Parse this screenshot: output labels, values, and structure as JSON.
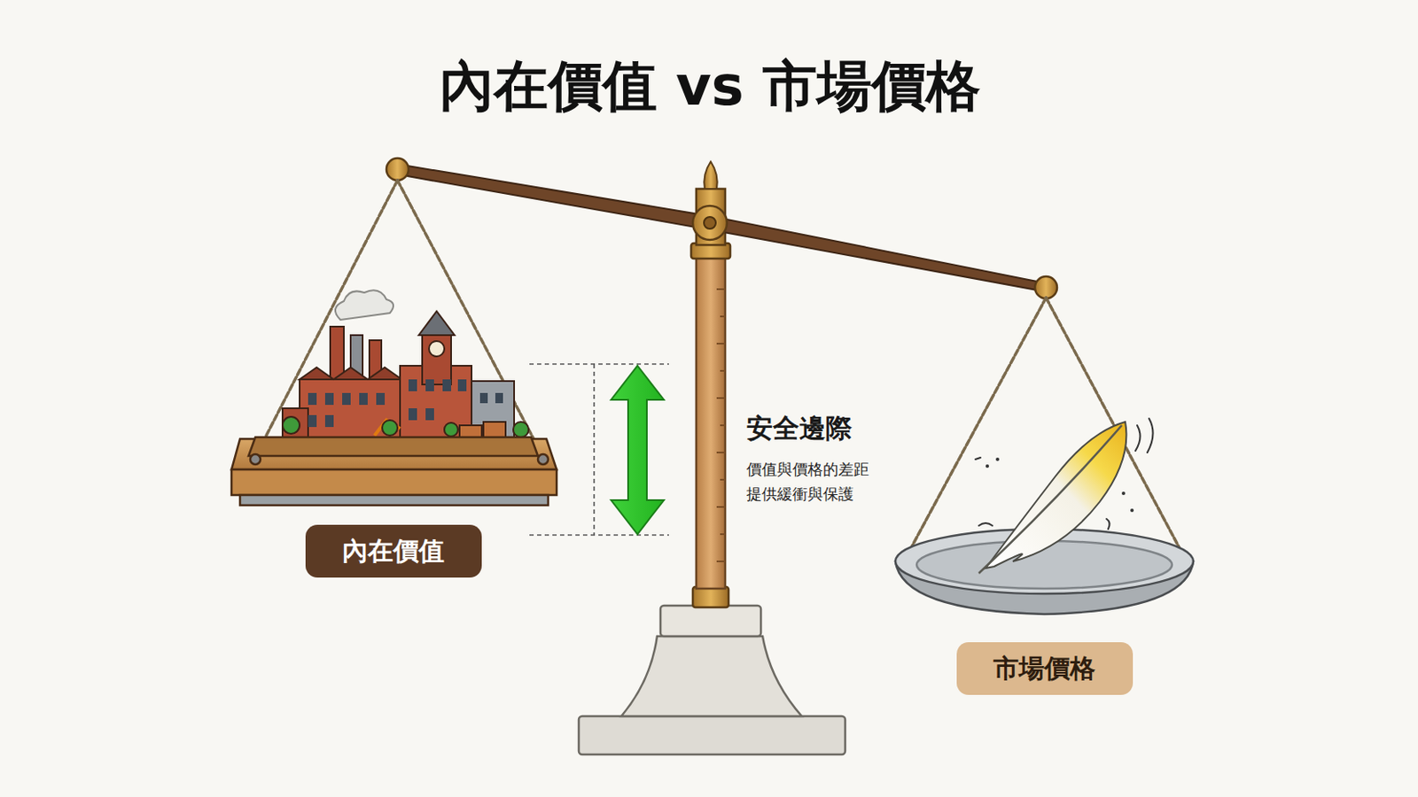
{
  "diagram": {
    "title": "內在價值 vs 市場價格",
    "nodes": [
      {
        "text": [
          "內在價值"
        ]
      },
      {
        "text": [
          "市場價格"
        ]
      }
    ],
    "labels": [
      "安全邊際",
      "價值與價格的差距 提供緩衝與保護"
    ]
  }
}
